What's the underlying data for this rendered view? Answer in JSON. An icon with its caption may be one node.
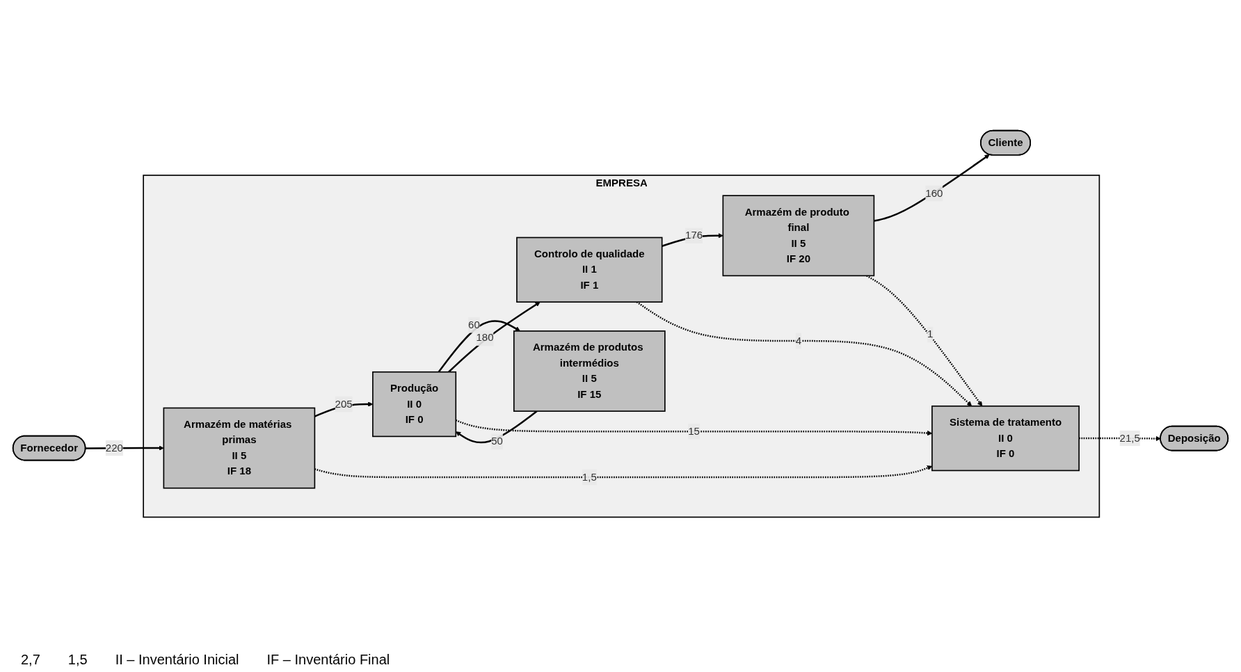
{
  "diagram": {
    "nodes": [
      {
        "text": [
          "EMPRESA"
        ]
      },
      {
        "text": [
          "Fornecedor"
        ]
      },
      {
        "text": [
          "Armazém de matérias primas",
          "II 5",
          "IF 18"
        ],
        "in": 0
      },
      {
        "text": [
          "Produção",
          "II 0",
          "IF 0"
        ],
        "in": 0
      },
      {
        "text": [
          "Armazém de produtos intermédios",
          "II 5",
          "IF 15"
        ],
        "in": 0
      },
      {
        "text": [
          "Controlo de qualidade",
          "II 1",
          "IF 1"
        ],
        "in": 0
      },
      {
        "text": [
          "Armazém de produto final",
          "II 5",
          "IF 20"
        ],
        "in": 0
      },
      {
        "text": [
          "Sistema de tratamento",
          "II 0",
          "IF 0"
        ],
        "in": 0
      },
      {
        "text": [
          "Cliente"
        ]
      },
      {
        "text": [
          "Deposição"
        ]
      }
    ],
    "edges": [
      {
        "from": 1,
        "to": 2,
        "arrow": "to",
        "label": "220"
      },
      {
        "from": 2,
        "to": 3,
        "arrow": "to",
        "label": "205"
      },
      {
        "from": 3,
        "to": 4,
        "arrow": "to",
        "label": "60"
      },
      {
        "from": 4,
        "to": 3,
        "arrow": "to",
        "label": "50"
      },
      {
        "from": 3,
        "to": 5,
        "arrow": "to",
        "label": "180"
      },
      {
        "from": 5,
        "to": 6,
        "arrow": "to",
        "label": "176"
      },
      {
        "from": 6,
        "to": 8,
        "arrow": "to",
        "label": "160"
      },
      {
        "from": 5,
        "to": 7,
        "arrow": "to",
        "label": "4",
        "style": "dashed"
      },
      {
        "from": 6,
        "to": 7,
        "arrow": "to",
        "label": "1",
        "style": "dashed"
      },
      {
        "from": 3,
        "to": 7,
        "arrow": "to",
        "label": "15",
        "style": "dashed"
      },
      {
        "from": 2,
        "to": 7,
        "arrow": "to",
        "label": "1,5",
        "style": "dashed"
      },
      {
        "from": 7,
        "to": 9,
        "arrow": "to",
        "label": "21,5",
        "style": "dashed"
      }
    ],
    "labels": [
      "2,7",
      "1,5",
      "II – Inventário Inicial",
      "IF – Inventário Final"
    ]
  }
}
